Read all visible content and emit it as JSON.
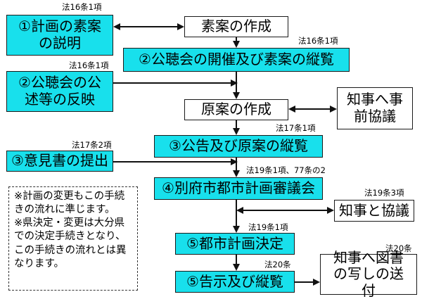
{
  "boxes": {
    "plan_explanation": "①計画の素案の説明",
    "draft_creation": "素案の作成",
    "public_hearing": "②公聴会の開催及び素案の縦覧",
    "hearing_reflection": "②公聴会の公述等の反映",
    "original_creation": "原案の作成",
    "prior_consultation": "知事へ事前協議",
    "public_notice": "③公告及び原案の縦覧",
    "opinion_submission": "③意見書の提出",
    "council": "④別府市都市計画審議会",
    "governor_consultation": "知事と協議",
    "decision": "⑤都市計画決定",
    "announcement": "⑤告示及び縦覧",
    "send_copy": "知事へ図書の写しの送付"
  },
  "laws": {
    "law1": "法16条1項",
    "law2": "法16条1項",
    "law3": "法16条1項",
    "law4": "法17条1項",
    "law5": "法17条2項",
    "law6": "法19条1項、77条の2",
    "law7": "法19条3項",
    "law8": "法19条1項",
    "law9": "法20条",
    "law10": "法20条"
  },
  "notes": [
    "※計画の変更もこの手続きの流れに準じます。",
    "※県決定・変更は大分県での決定手続きとなり、この手続きの流れとは異なります。"
  ],
  "colors": {
    "step_fill": "#18e0ec",
    "plain_fill": "#ffffff",
    "line": "#111111"
  }
}
